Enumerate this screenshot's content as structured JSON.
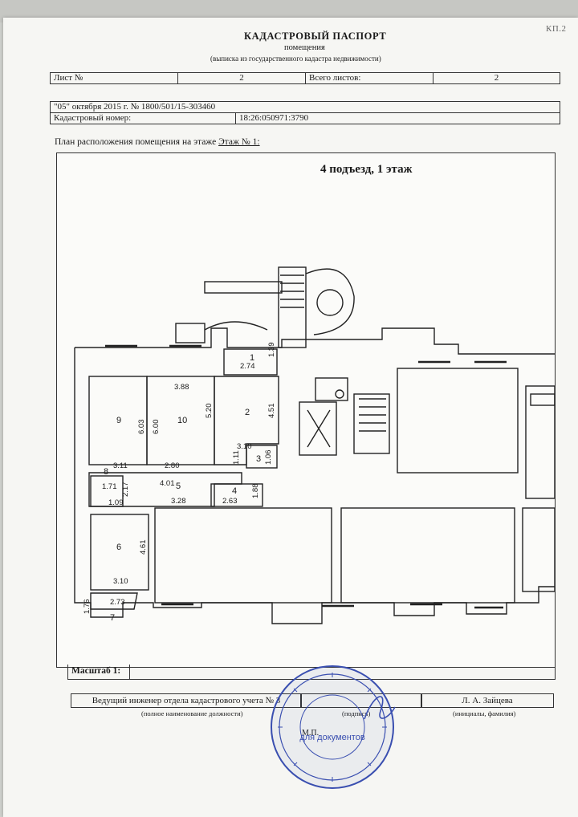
{
  "header": {
    "corner_label": "КП.2",
    "title": "КАДАСТРОВЫЙ ПАСПОРТ",
    "subtitle": "помещения",
    "note": "(выписка из государственного кадастра недвижимости)"
  },
  "sheet_info": {
    "sheet_label": "Лист №",
    "sheet_number": "2",
    "total_label": "Всего листов:",
    "total_sheets": "2"
  },
  "registration": {
    "date_number": "\"05\" октября 2015 г. № 1800/501/15-303460",
    "cadastral_label": "Кадастровый номер:",
    "cadastral_number": "18:26:050971:3790"
  },
  "plan": {
    "caption": "План расположения помещения на этаже",
    "floor_link": "Этаж № 1:",
    "heading": "4 подъезд, 1 этаж",
    "rooms": [
      {
        "id": "1",
        "label": "1"
      },
      {
        "id": "2",
        "label": "2"
      },
      {
        "id": "3",
        "label": "3"
      },
      {
        "id": "4",
        "label": "4"
      },
      {
        "id": "5",
        "label": "5"
      },
      {
        "id": "6",
        "label": "6"
      },
      {
        "id": "7",
        "label": "7"
      },
      {
        "id": "8",
        "label": "8"
      },
      {
        "id": "9",
        "label": "9"
      },
      {
        "id": "10",
        "label": "10"
      }
    ],
    "dimensions": [
      "2.74",
      "1.39",
      "3.88",
      "5.20",
      "4.51",
      "6.03",
      "6.00",
      "3.10",
      "1.11",
      "1.06",
      "3.11",
      "2.80",
      "4.01",
      "2.17",
      "1.71",
      "1.09",
      "3.28",
      "2.63",
      "1.88",
      "4.61",
      "3.10",
      "2.73",
      "1.76"
    ]
  },
  "scale": {
    "label": "Масштаб 1:",
    "value": ""
  },
  "signature": {
    "position": "Ведущий инженер отдела кадастрового учета № 3",
    "name": "Л. А. Зайцева",
    "position_caption": "(полное наименование должности)",
    "signature_caption": "(подпись)",
    "name_caption": "(инициалы, фамилия)",
    "mp": "М.П."
  },
  "stamp": {
    "inner_text": "для документов",
    "color": "#3a4fb0"
  }
}
